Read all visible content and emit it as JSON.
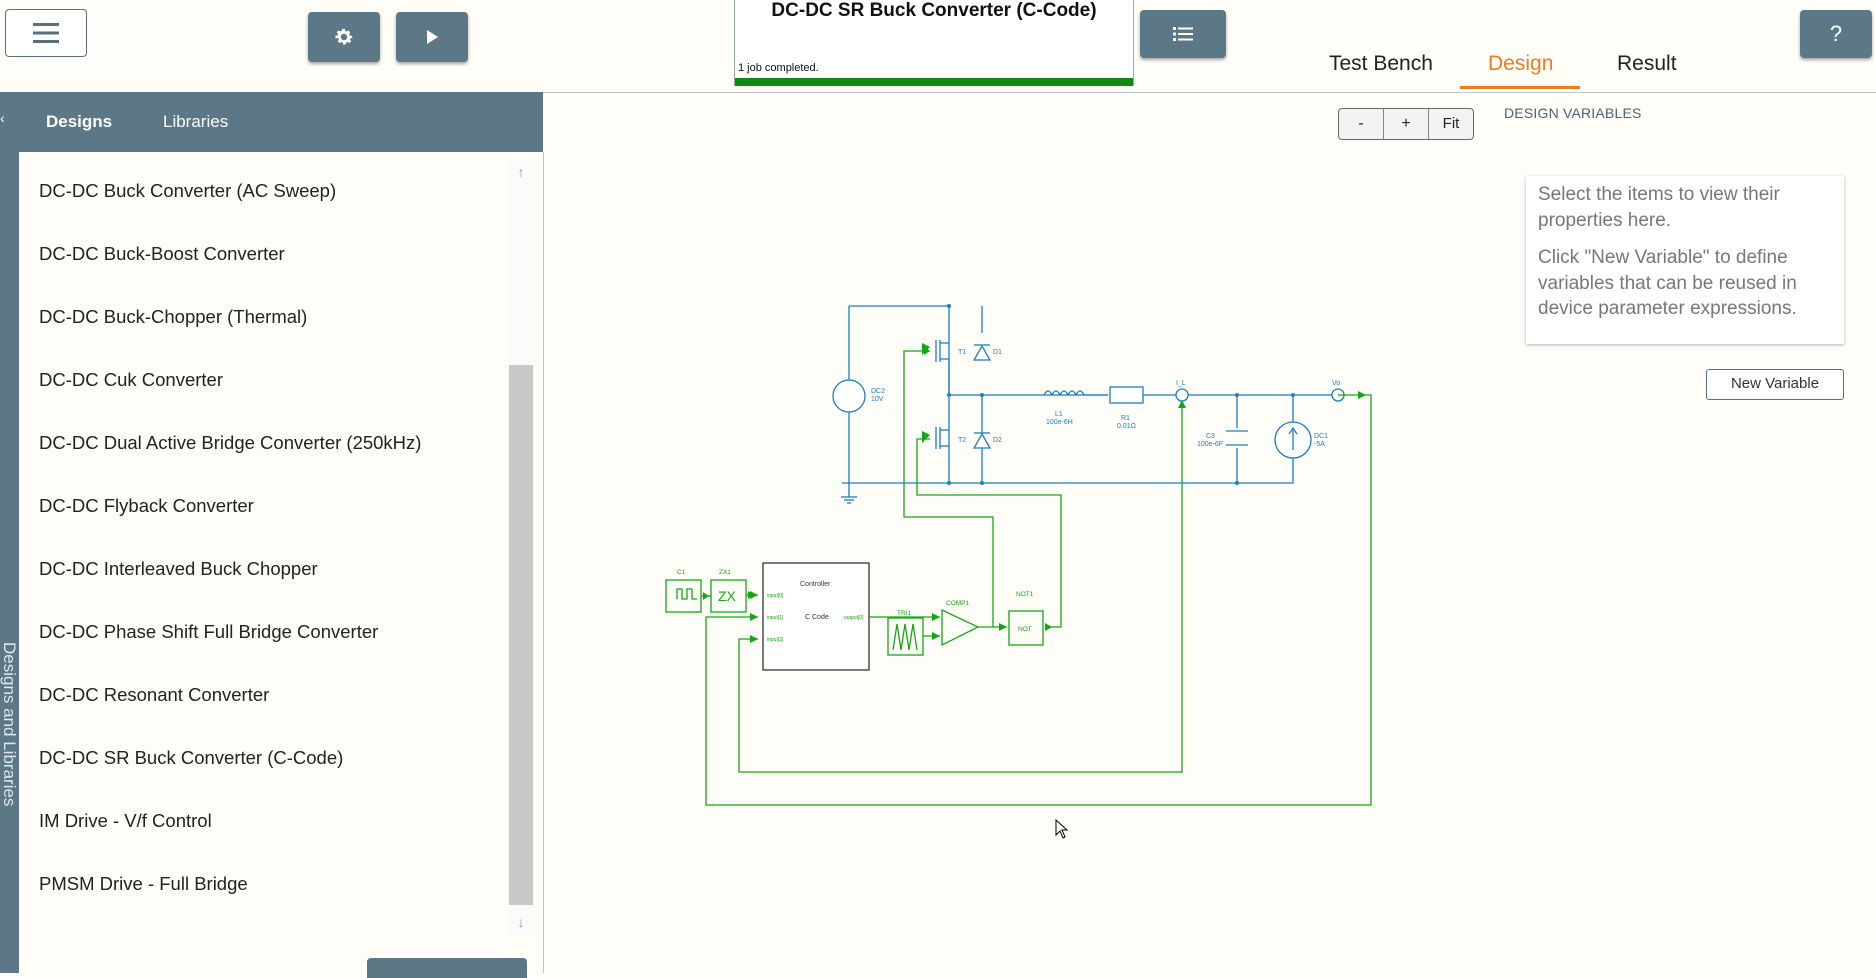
{
  "header": {
    "title": "DC-DC SR Buck Converter (C-Code)",
    "status": "1 job completed.",
    "progress_fraction": 1.0,
    "tabs": [
      {
        "label": "Test Bench"
      },
      {
        "label": "Design"
      },
      {
        "label": "Result"
      }
    ],
    "active_tab": "Design",
    "help_label": "?"
  },
  "sidebar": {
    "tabs": [
      {
        "label": "Designs"
      },
      {
        "label": "Libraries"
      }
    ],
    "vertical_label": "Designs and Libraries",
    "items": [
      {
        "label": "DC-DC Buck Converter (AC Sweep)"
      },
      {
        "label": "DC-DC Buck-Boost Converter"
      },
      {
        "label": "DC-DC Buck-Chopper (Thermal)"
      },
      {
        "label": "DC-DC Cuk Converter"
      },
      {
        "label": "DC-DC Dual Active Bridge Converter (250kHz)"
      },
      {
        "label": "DC-DC Flyback Converter"
      },
      {
        "label": "DC-DC Interleaved Buck Chopper"
      },
      {
        "label": "DC-DC Phase Shift Full Bridge Converter"
      },
      {
        "label": "DC-DC Resonant Converter"
      },
      {
        "label": "DC-DC SR Buck Converter (C-Code)"
      },
      {
        "label": "IM Drive - V/f Control"
      },
      {
        "label": "PMSM Drive - Full Bridge"
      }
    ]
  },
  "canvas": {
    "zoom_out": "-",
    "zoom_in": "+",
    "fit": "Fit"
  },
  "design_variables": {
    "heading": "DESIGN VARIABLES",
    "hint1": "Select the items to view their properties here.",
    "hint2": "Click \"New Variable\" to define variables that can be reused in device parameter expressions.",
    "new_variable": "New Variable"
  },
  "schematic": {
    "power_color": "#1a7fc4",
    "control_color": "#13a813",
    "labels": {
      "dc2": "DC2",
      "dc2_val": "10V",
      "t1": "T1",
      "t2": "T2",
      "d1": "D1",
      "d2": "D2",
      "l1": "L1",
      "l1_val": "100e-6H",
      "r1": "R1",
      "r1_val": "0.01Ω",
      "il": "I_L",
      "vo": "Vo",
      "c3": "C3",
      "c3_val": "100e-6F",
      "dc1": "DC1",
      "dc1_val": "-5A",
      "c1": "C1",
      "zx1": "ZX1",
      "zx": "ZX",
      "controller": "Controller",
      "ccode": "C Code",
      "in0": "input[0]",
      "in1": "input[1]",
      "in2": "input[2]",
      "out0": "output[0]",
      "tri1": "TRI1",
      "comp1": "COMP1",
      "not1": "NOT1",
      "not": "NOT"
    }
  }
}
